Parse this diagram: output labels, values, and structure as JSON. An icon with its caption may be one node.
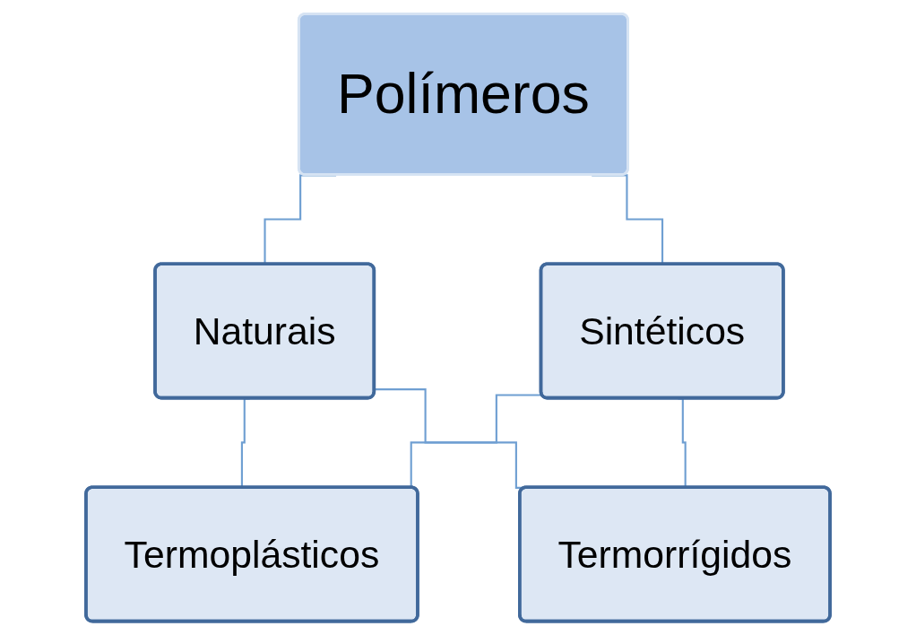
{
  "diagram": {
    "nodes": [
      {
        "text": [
          "Polímeros"
        ]
      },
      {
        "text": [
          "Naturais"
        ]
      },
      {
        "text": [
          "Sintéticos"
        ]
      },
      {
        "text": [
          "Termoplásticos"
        ]
      },
      {
        "text": [
          "Termorrígidos"
        ]
      }
    ],
    "edges": [
      {
        "from": 0,
        "to": 1,
        "arrow": "none"
      },
      {
        "from": 0,
        "to": 2,
        "arrow": "none"
      },
      {
        "from": 1,
        "to": 3,
        "arrow": "none"
      },
      {
        "from": 1,
        "to": 4,
        "arrow": "none"
      },
      {
        "from": 2,
        "to": 3,
        "arrow": "none"
      },
      {
        "from": 2,
        "to": 4,
        "arrow": "none"
      }
    ]
  }
}
